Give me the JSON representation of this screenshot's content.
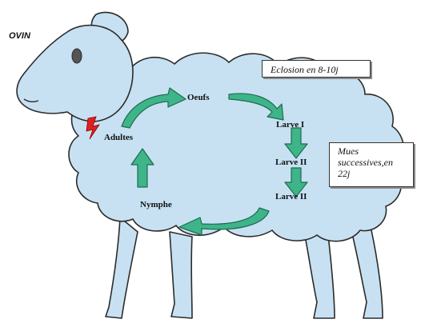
{
  "title": "OVIN",
  "cycle": {
    "oeufs": "Oeufs",
    "larve1": "Larve I",
    "larve2a": "Larve II",
    "larve2b": "Larve II",
    "nymphe": "Nymphe",
    "adultes": "Adultes"
  },
  "notes": {
    "eclosion": "Eclosion en 8-10j",
    "mues_line1": "Mues",
    "mues_line2": "successives,en",
    "mues_line3": "22j"
  },
  "colors": {
    "sheep_fill": "#c7e1f2",
    "outline": "#2b2b2b",
    "arrow_fill": "#3eb489",
    "arrow_stroke": "#1e6b52",
    "bolt": "#e02020"
  }
}
